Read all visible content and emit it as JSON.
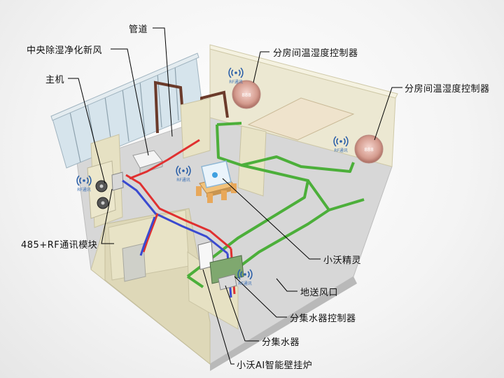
{
  "labels": {
    "pipe": "管道",
    "fresh_air": "中央除湿净化新风",
    "host": "主机",
    "room_controller_1": "分房间温湿度控制器",
    "room_controller_2": "分房间温湿度控制器",
    "module_485_rf": "485+RF通讯模块",
    "xiaowo_sprite": "小沃精灵",
    "floor_vent": "地送风口",
    "manifold_controller": "分集水器控制器",
    "manifold": "分集水器",
    "boiler": "小沃AI智能壁挂炉"
  },
  "rf_badges": [
    "RF通讯",
    "RF通讯",
    "RF通讯",
    "RF通讯",
    "RF通讯"
  ],
  "colors": {
    "wall": "#e9e4c8",
    "wall_dark": "#cfc9a8",
    "floor": "#d9d9d9",
    "hot_pipe": "#e03030",
    "cold_pipe": "#3a4ad0",
    "duct": "#4caf3a",
    "glass": "#c8dbe6",
    "frame": "#6b3a2a",
    "leader": "#000000"
  }
}
